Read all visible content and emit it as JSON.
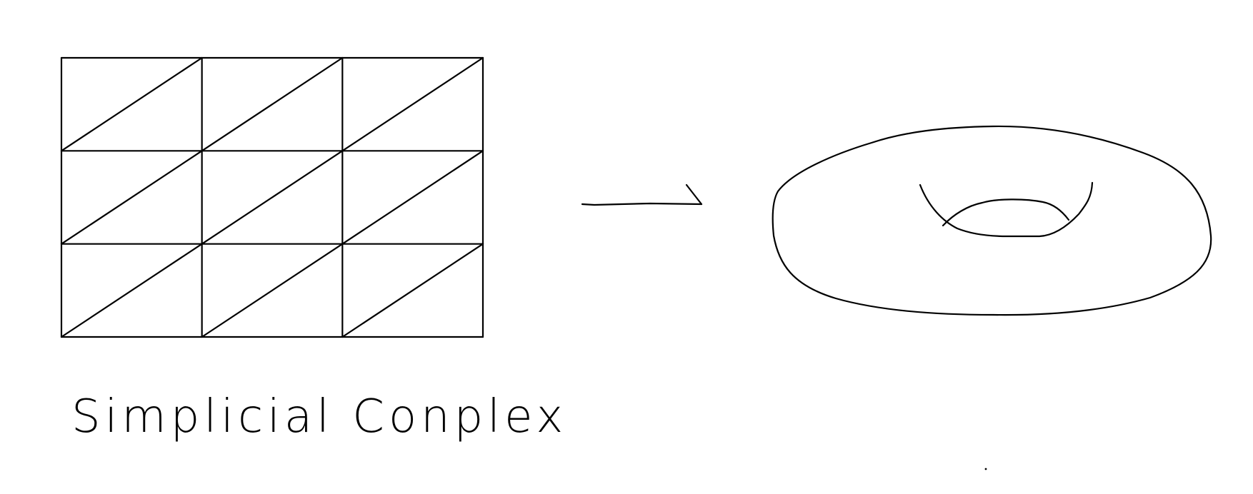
{
  "caption": "Simplicial Conplex",
  "grid": {
    "rows": 3,
    "cols": 3,
    "diagonal": "bottom-left to top-right in every cell"
  },
  "target_shape": "torus",
  "stroke_color": "#000000",
  "background": "#ffffff"
}
